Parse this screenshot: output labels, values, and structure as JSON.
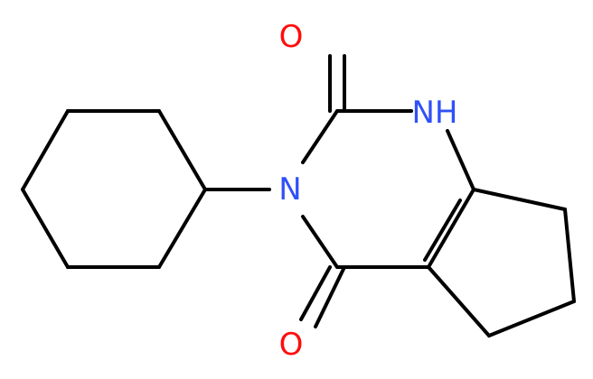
{
  "atoms": {
    "o_top": {
      "text": "O",
      "color": "#ff0d0d"
    },
    "nh": {
      "text": "NH",
      "color": "#3050f8"
    },
    "n": {
      "text": "N",
      "color": "#3050f8"
    },
    "o_bottom": {
      "text": "O",
      "color": "#ff0d0d"
    }
  },
  "colors": {
    "bond": "#000000",
    "background": "#ffffff"
  }
}
